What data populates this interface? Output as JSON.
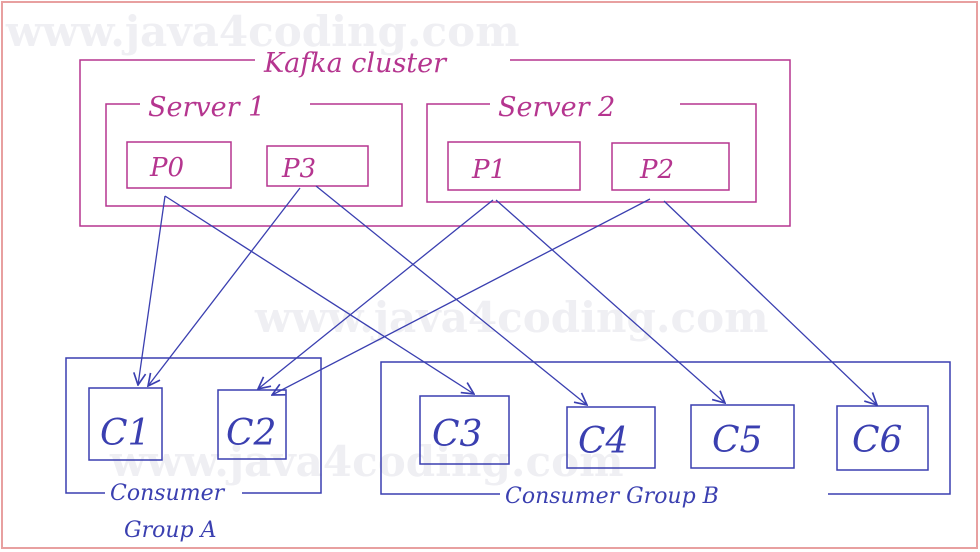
{
  "watermark": "www.java4coding.com",
  "cluster": {
    "label": "Kafka cluster"
  },
  "servers": [
    {
      "label": "Server 1",
      "partitions": [
        "P0",
        "P3"
      ]
    },
    {
      "label": "Server 2",
      "partitions": [
        "P1",
        "P2"
      ]
    }
  ],
  "consumer_groups": [
    {
      "label_line1": "Consumer",
      "label_line2": "Group A",
      "consumers": [
        "C1",
        "C2"
      ]
    },
    {
      "label": "Consumer Group B",
      "consumers": [
        "C3",
        "C4",
        "C5",
        "C6"
      ]
    }
  ],
  "assignments": [
    {
      "from": "P0",
      "to": "C1"
    },
    {
      "from": "P0",
      "to": "C3"
    },
    {
      "from": "P3",
      "to": "C1"
    },
    {
      "from": "P3",
      "to": "C4"
    },
    {
      "from": "P1",
      "to": "C2"
    },
    {
      "from": "P1",
      "to": "C5"
    },
    {
      "from": "P2",
      "to": "C2"
    },
    {
      "from": "P2",
      "to": "C6"
    }
  ],
  "colors": {
    "cluster": "#b5358f",
    "consumer": "#3a3fb0",
    "border": "#e8a0a0",
    "watermark": "#efeff3"
  }
}
